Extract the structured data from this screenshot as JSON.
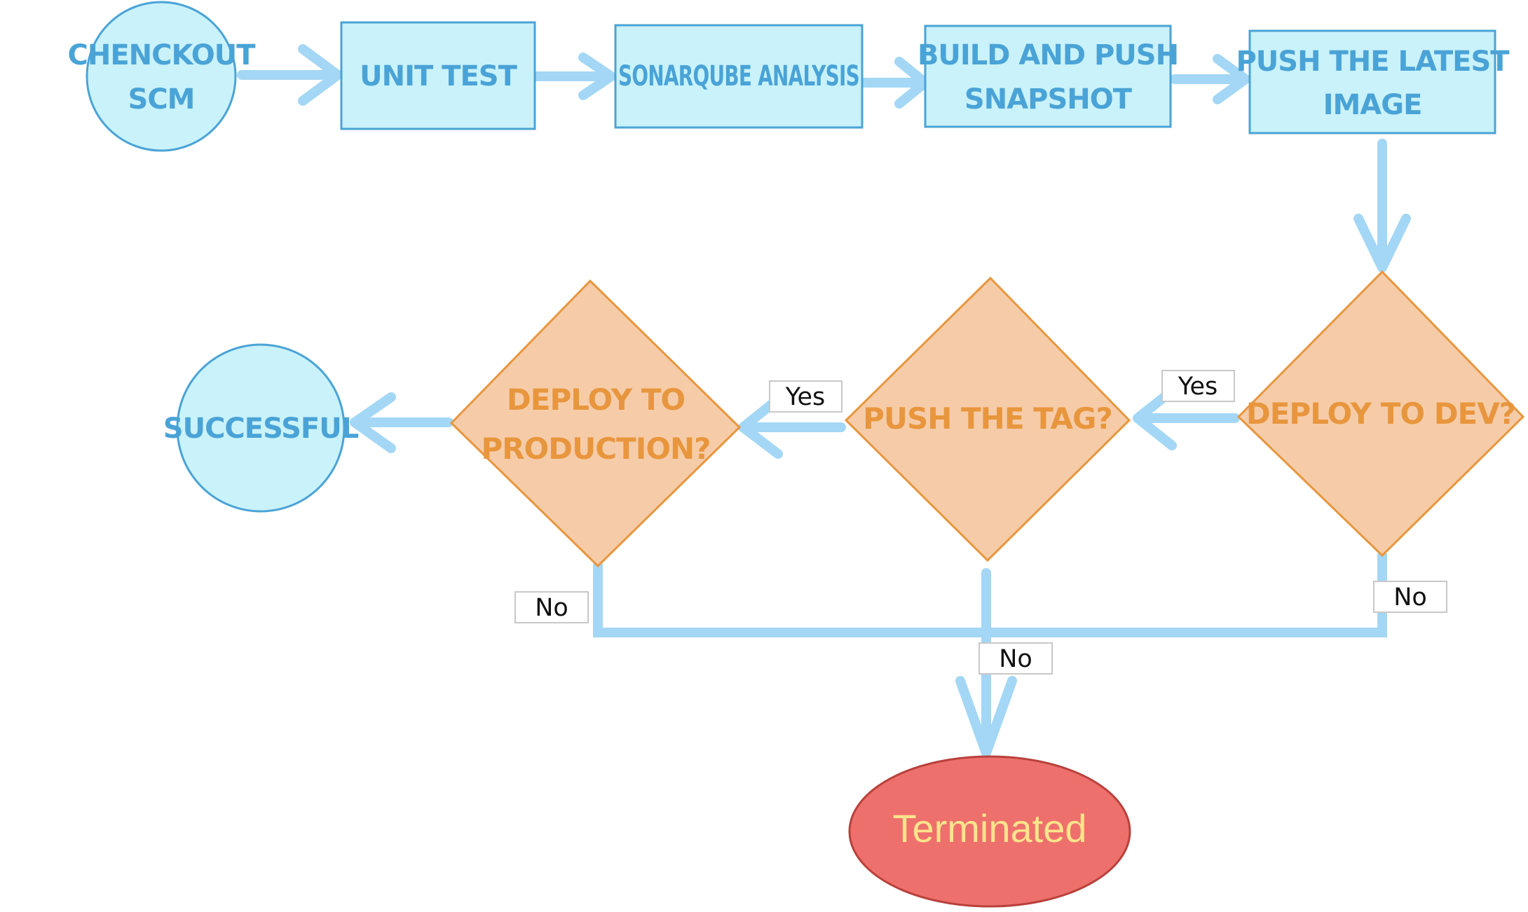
{
  "diagram": {
    "nodes": {
      "checkout_scm": {
        "lines": [
          "CHENCKOUT",
          "SCM"
        ]
      },
      "unit_test": {
        "lines": [
          "UNIT TEST"
        ]
      },
      "sonarqube": {
        "lines": [
          "SONARQUBE ANALYSIS"
        ]
      },
      "build_push": {
        "lines": [
          "BUILD AND PUSH",
          "SNAPSHOT"
        ]
      },
      "push_latest": {
        "lines": [
          "PUSH THE LATEST",
          "IMAGE"
        ]
      },
      "deploy_dev": {
        "lines": [
          "DEPLOY TO DEV?"
        ]
      },
      "push_tag": {
        "lines": [
          "PUSH THE TAG?"
        ]
      },
      "deploy_prod": {
        "lines": [
          "DEPLOY TO",
          "PRODUCTION?"
        ]
      },
      "successful": {
        "lines": [
          "SUCCESSFUL"
        ]
      },
      "terminated": {
        "lines": [
          "Terminated"
        ]
      }
    },
    "edge_labels": {
      "dev_yes": "Yes",
      "tag_yes": "Yes",
      "dev_no": "No",
      "tag_no": "No",
      "prod_no": "No"
    },
    "colors": {
      "process_fill": "#c9f2fb",
      "process_stroke": "#4aa3d6",
      "decision_fill": "#f6cca8",
      "decision_stroke": "#e8963e",
      "arrow": "#a3d7f5",
      "terminal_fill": "#ee706c",
      "terminal_stroke": "#b8413c"
    }
  }
}
